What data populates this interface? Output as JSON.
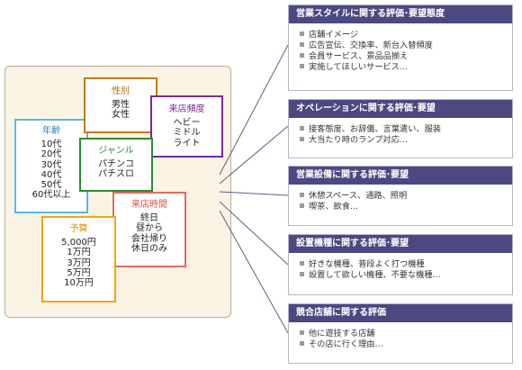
{
  "boxes": {
    "age": {
      "title": "年齢",
      "items": [
        "10代",
        "20代",
        "30代",
        "40代",
        "50代",
        "60代以上"
      ]
    },
    "gender": {
      "title": "性別",
      "items": [
        "男性",
        "女性"
      ]
    },
    "freq": {
      "title": "来店頻度",
      "items": [
        "ヘビー",
        "ミドル",
        "ライト"
      ]
    },
    "genre": {
      "title": "ジャンル",
      "items": [
        "パチンコ",
        "パチスロ"
      ]
    },
    "time": {
      "title": "来店時間",
      "items": [
        "終日",
        "昼から",
        "会社帰り",
        "休日のみ"
      ]
    },
    "budget": {
      "title": "予算",
      "items": [
        "5,000円",
        "1万円",
        "3万円",
        "5万円",
        "10万円"
      ]
    }
  },
  "cards": [
    {
      "title": "営業スタイルに関する評価･要望態度",
      "items": [
        "店舗イメージ",
        "広告宣伝、交換率、新台入替頻度",
        "会員サービス、景品品揃え",
        "実施してほしいサービス…"
      ]
    },
    {
      "title": "オペレーションに関する評価･要望",
      "items": [
        "接客態度、お辞儀、言葉遣い、服装",
        "大当たり時のランプ対応…"
      ]
    },
    {
      "title": "営業設備に関する評価･要望",
      "items": [
        "休憩スペース、通路、照明",
        "喫茶、飲食…"
      ]
    },
    {
      "title": "設置機種に関する評価･要望",
      "items": [
        "好きな機種、普段よく打つ機種",
        "設置して欲しい機種、不要な機種…"
      ]
    },
    {
      "title": "競合店舗に関する評価",
      "items": [
        "他に遊技する店舗",
        "その店に行く理由…"
      ]
    }
  ],
  "colors": {
    "header_bg": "#4c4882",
    "connector": "#5b5f8a",
    "panel_bg": "#fbf3e3"
  }
}
